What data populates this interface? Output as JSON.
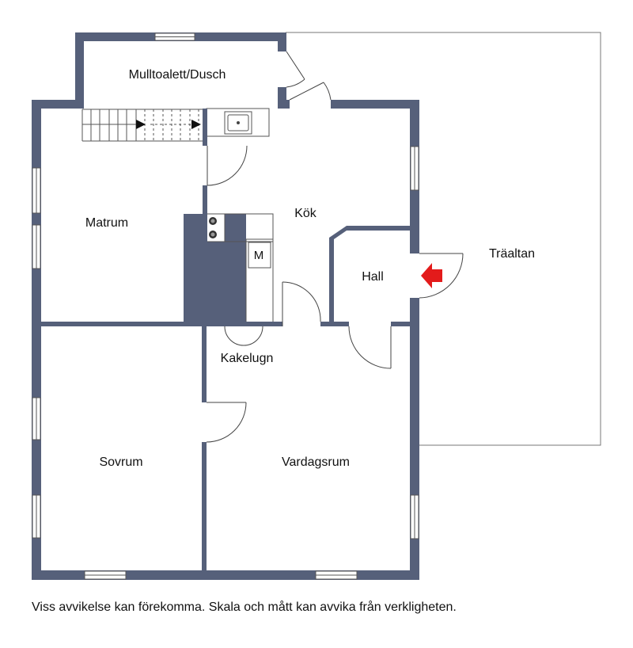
{
  "rooms": {
    "shower": "Mulltoalett/Dusch",
    "kitchen": "Kök",
    "food_room": "Matrum",
    "hall": "Hall",
    "deck": "Träaltan",
    "stove": "Kakelugn",
    "bedroom": "Sovrum",
    "living": "Vardagsrum"
  },
  "fixtures": {
    "microwave_label": "M"
  },
  "disclaimer": "Viss avvikelse kan förekomma. Skala och mått kan avvika från verkligheten.",
  "colors": {
    "wall": "#56607a",
    "entrance_arrow": "#e31b1b",
    "line": "#444444"
  }
}
